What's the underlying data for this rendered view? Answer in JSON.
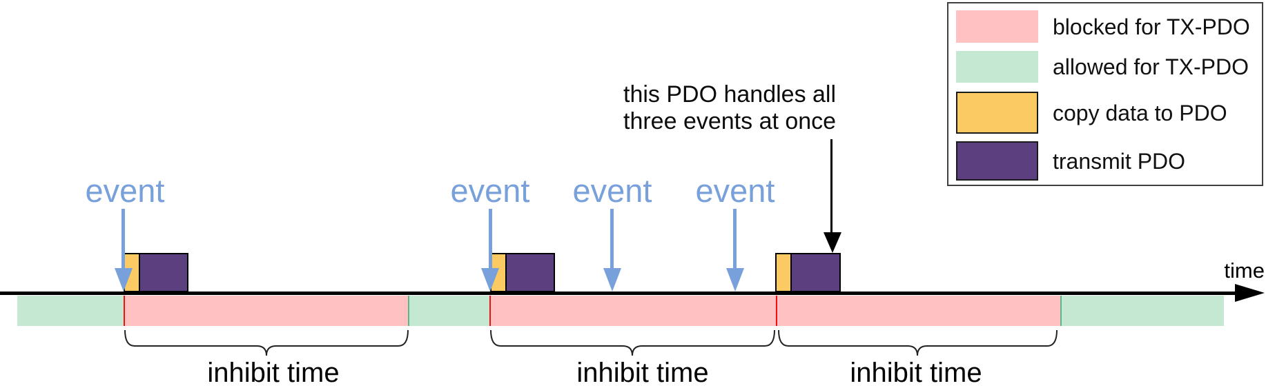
{
  "colors": {
    "blocked": "#ffc1c1",
    "allowed": "#c5e8d3",
    "copy": "#fcca63",
    "transmit": "#5c3f7e",
    "event": "#78a0da",
    "divider-red": "#ee1111",
    "divider-green": "#5fb588"
  },
  "axis": {
    "time_label": "time"
  },
  "events": {
    "items": [
      {
        "label": "event"
      },
      {
        "label": "event"
      },
      {
        "label": "event"
      },
      {
        "label": "event"
      }
    ]
  },
  "annotation": {
    "line1": "this PDO handles all",
    "line2": "three events at once"
  },
  "inhibit": {
    "labels": [
      "inhibit time",
      "inhibit time",
      "inhibit time"
    ]
  },
  "legend": {
    "items": [
      {
        "id": "blocked",
        "label": "blocked for TX-PDO"
      },
      {
        "id": "allowed",
        "label": "allowed for TX-PDO"
      },
      {
        "id": "copy",
        "label": "copy data to PDO"
      },
      {
        "id": "transmit",
        "label": "transmit PDO"
      }
    ]
  }
}
